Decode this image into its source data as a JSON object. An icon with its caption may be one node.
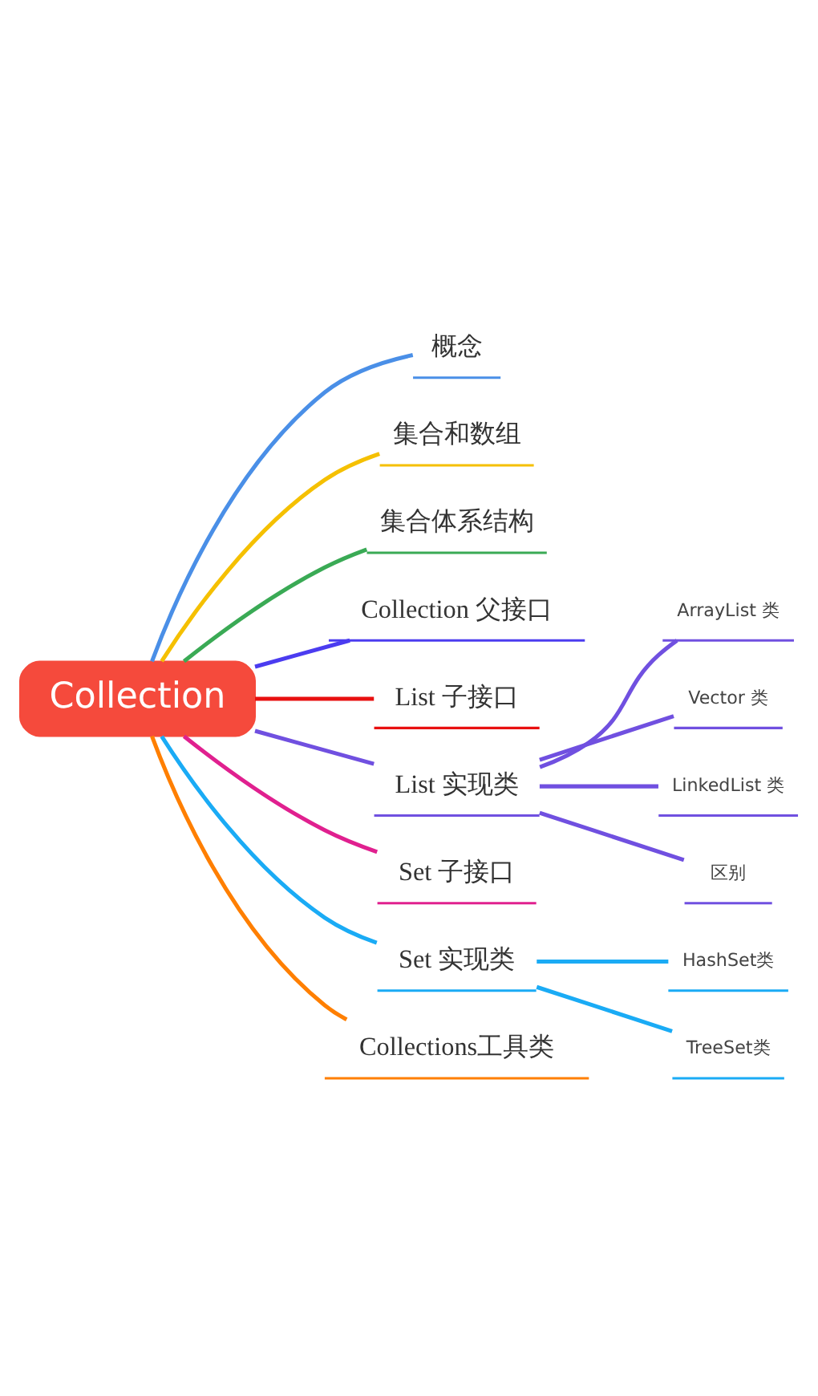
{
  "diagram": {
    "nodes": [
      {
        "text": [
          "Collection"
        ]
      },
      {
        "text": [
          "概念"
        ]
      },
      {
        "text": [
          "集合和数组"
        ]
      },
      {
        "text": [
          "集合体系结构"
        ]
      },
      {
        "text": [
          "Collection 父接口"
        ]
      },
      {
        "text": [
          "List 子接口"
        ]
      },
      {
        "text": [
          "List 实现类"
        ]
      },
      {
        "text": [
          "ArrayList 类"
        ]
      },
      {
        "text": [
          "Vector 类"
        ]
      },
      {
        "text": [
          "LinkedList 类"
        ]
      },
      {
        "text": [
          "区别"
        ]
      },
      {
        "text": [
          "Set 子接口"
        ]
      },
      {
        "text": [
          "Set 实现类"
        ]
      },
      {
        "text": [
          "HashSet类"
        ]
      },
      {
        "text": [
          "TreeSet类"
        ]
      },
      {
        "text": [
          "Collections工具类"
        ]
      }
    ],
    "edges": [
      {
        "from": 0,
        "to": 1,
        "arrow": "none",
        "color": "#4a8fe7"
      },
      {
        "from": 0,
        "to": 2,
        "arrow": "none",
        "color": "#f5c000"
      },
      {
        "from": 0,
        "to": 3,
        "arrow": "none",
        "color": "#3aaa55"
      },
      {
        "from": 0,
        "to": 4,
        "arrow": "none",
        "color": "#4b3cf0"
      },
      {
        "from": 0,
        "to": 5,
        "arrow": "none",
        "color": "#e81010"
      },
      {
        "from": 0,
        "to": 6,
        "arrow": "none",
        "color": "#7050e0"
      },
      {
        "from": 6,
        "to": 7,
        "arrow": "none",
        "color": "#7050e0"
      },
      {
        "from": 6,
        "to": 8,
        "arrow": "none",
        "color": "#7050e0"
      },
      {
        "from": 6,
        "to": 9,
        "arrow": "none",
        "color": "#7050e0"
      },
      {
        "from": 6,
        "to": 10,
        "arrow": "none",
        "color": "#7050e0"
      },
      {
        "from": 0,
        "to": 11,
        "arrow": "none",
        "color": "#e0208f"
      },
      {
        "from": 0,
        "to": 12,
        "arrow": "none",
        "color": "#1aabf5"
      },
      {
        "from": 12,
        "to": 13,
        "arrow": "none",
        "color": "#1aabf5"
      },
      {
        "from": 12,
        "to": 14,
        "arrow": "none",
        "color": "#1aabf5"
      },
      {
        "from": 0,
        "to": 15,
        "arrow": "none",
        "color": "#ff7f00"
      }
    ]
  }
}
